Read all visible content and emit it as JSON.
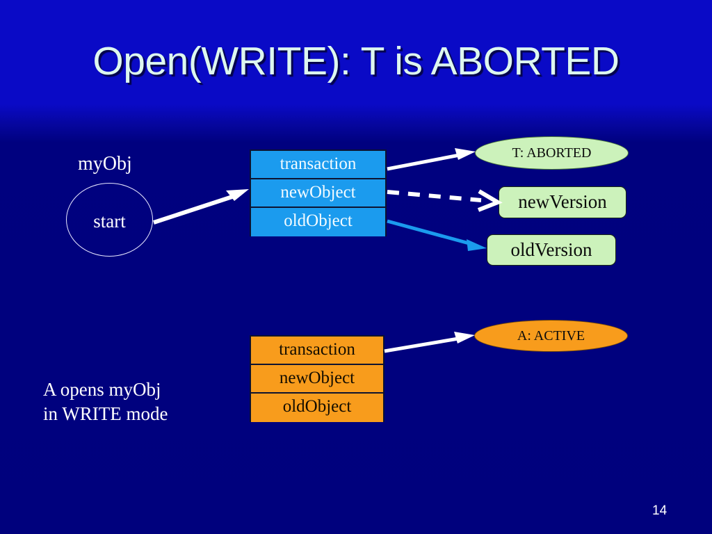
{
  "slide": {
    "title": "Open(WRITE): T is ABORTED",
    "page_number": "14",
    "background_top_color": "#0a0ac6",
    "background_bottom_color": "#00017d"
  },
  "left_object": {
    "label": "myObj",
    "circle_text": "start"
  },
  "transaction_record_top": {
    "color": "#1b9bee",
    "rows": [
      {
        "label": "transaction"
      },
      {
        "label": "newObject"
      },
      {
        "label": "oldObject"
      }
    ]
  },
  "transaction_record_bottom": {
    "color": "#f89c1c",
    "rows": [
      {
        "label": "transaction"
      },
      {
        "label": "newObject"
      },
      {
        "label": "oldObject"
      }
    ]
  },
  "targets": {
    "aborted_ellipse": {
      "label": "T: ABORTED",
      "color": "#ccf2bb"
    },
    "new_version_box": {
      "label": "newVersion",
      "color": "#ccf2bb"
    },
    "old_version_box": {
      "label": "oldVersion",
      "color": "#ccf2bb"
    },
    "active_ellipse": {
      "label": "A: ACTIVE",
      "color": "#f89c1c"
    }
  },
  "caption": {
    "text": "A opens myObj\nin WRITE mode"
  },
  "arrows": [
    {
      "name": "start-to-transaction",
      "style": "solid",
      "color": "#ffffff"
    },
    {
      "name": "transaction-to-aborted",
      "style": "solid",
      "color": "#ffffff"
    },
    {
      "name": "newobject-to-newversion",
      "style": "dashed",
      "color": "#ffffff"
    },
    {
      "name": "oldobject-to-oldversion",
      "style": "solid",
      "color": "#1b9bee"
    },
    {
      "name": "transaction-to-active",
      "style": "solid",
      "color": "#ffffff"
    }
  ]
}
